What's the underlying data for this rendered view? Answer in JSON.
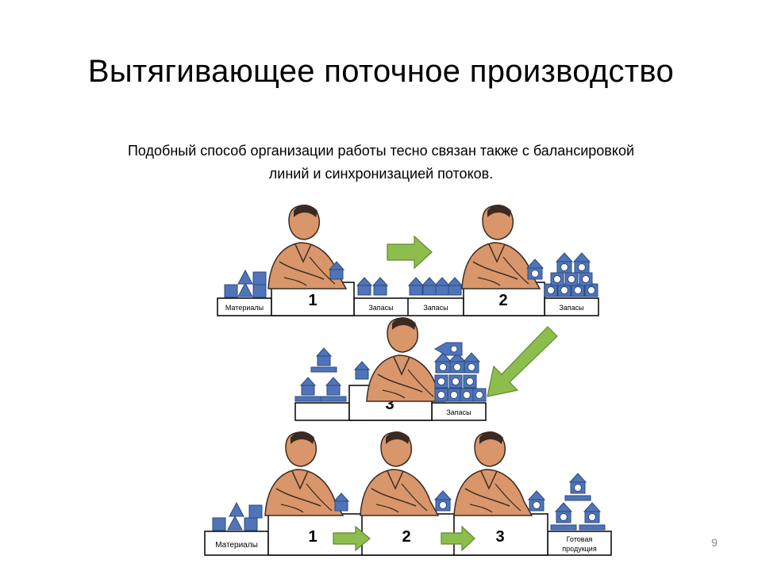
{
  "slide": {
    "title": "Вытягивающее поточное производство",
    "body_line1": "Подобный способ организации работы тесно связан также с балансировкой",
    "body_line2": "линий и синхронизацией потоков.",
    "page_number": "9"
  },
  "diagram": {
    "row1": {
      "materials_label": "Материалы",
      "stock1_label": "Запасы",
      "stock2_label": "Запасы",
      "stock3_label": "Запасы",
      "station1": "1",
      "station2": "2"
    },
    "row2": {
      "station3": "3",
      "stock_label": "Запасы"
    },
    "row3": {
      "materials_label": "Материалы",
      "finished_label_line1": "Готовая",
      "finished_label_line2": "продукция",
      "station1": "1",
      "station2": "2",
      "station3": "3"
    },
    "colors": {
      "part_blue": "#4f74b8",
      "part_outline": "#2c4a80",
      "arrow_green": "#8dbd4d",
      "arrow_outline": "#5f8a2e",
      "worker_skin": "#d8966a",
      "worker_dark": "#3a2a22"
    }
  }
}
